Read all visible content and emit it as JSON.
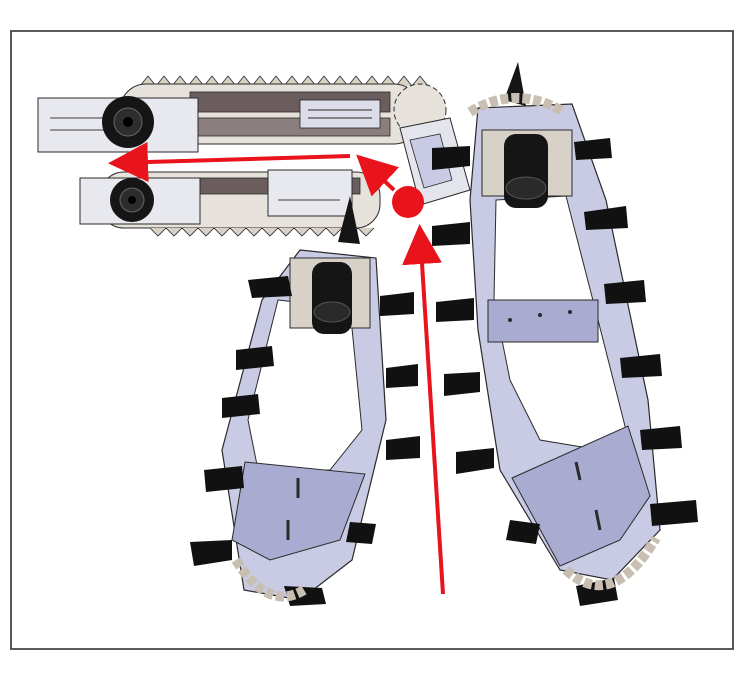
{
  "figure": {
    "subject": "tracked-robot-mechanism-drawing",
    "colors": {
      "frame_border": "#5a5a5a",
      "arrow": "#e8131b",
      "plate": "#a9abd0",
      "plate_light": "#c9cbe4",
      "plate_dark": "#7c7ea6",
      "bar": "#6b5d5e",
      "bar_light": "#a99e9e",
      "sprocket": "#d9d0c4",
      "grouser": "#111111",
      "hub": "#151515",
      "outline": "#2a2a2a"
    },
    "arrows": [
      {
        "name": "arrow-upward",
        "direction": "up"
      },
      {
        "name": "arrow-diagonal",
        "direction": "up-left"
      },
      {
        "name": "arrow-leftward",
        "direction": "left"
      }
    ],
    "marker": {
      "name": "pivot-dot",
      "shape": "circle"
    }
  }
}
